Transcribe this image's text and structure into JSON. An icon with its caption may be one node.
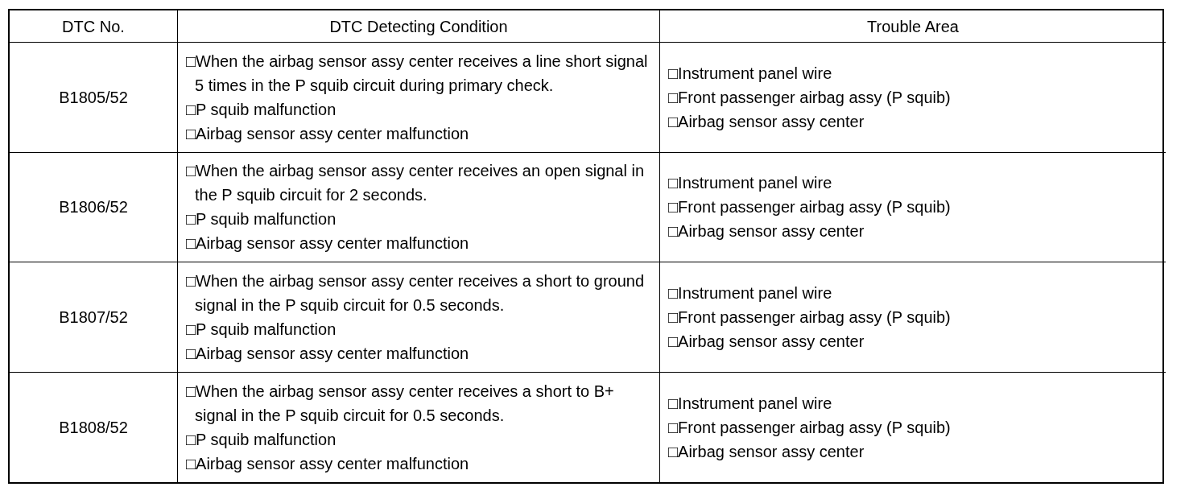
{
  "diagram": {
    "labels": [
      "DTC No.",
      "DTC Detecting Condition",
      "Trouble Area",
      "B1805/52",
      "□When the airbag sensor assy center receives a line short signal 5 times in the P squib circuit during primary check.",
      "□P squib malfunction",
      "□Airbag sensor assy center malfunction",
      "□Instrument panel wire",
      "□Front passenger airbag assy (P squib)",
      "□Airbag sensor assy center",
      "B1806/52",
      "□When the airbag sensor assy center receives an open signal in the P squib circuit for 2 seconds.",
      "□P squib malfunction",
      "□Airbag sensor assy center malfunction",
      "□Instrument panel wire",
      "□Front passenger airbag assy (P squib)",
      "□Airbag sensor assy center",
      "B1807/52",
      "□When the airbag sensor assy center receives a short to ground signal in the P squib circuit for 0.5 seconds.",
      "□P squib malfunction",
      "□Airbag sensor assy center malfunction",
      "□Instrument panel wire",
      "□Front passenger airbag assy (P squib)",
      "□Airbag sensor assy center",
      "B1808/52",
      "□When the airbag sensor assy center receives a short to B+ signal in the P squib circuit for 0.5 seconds.",
      "□P squib malfunction",
      "□Airbag sensor assy center malfunction",
      "□Instrument panel wire",
      "□Front passenger airbag assy (P squib)",
      "□Airbag sensor assy center"
    ]
  }
}
